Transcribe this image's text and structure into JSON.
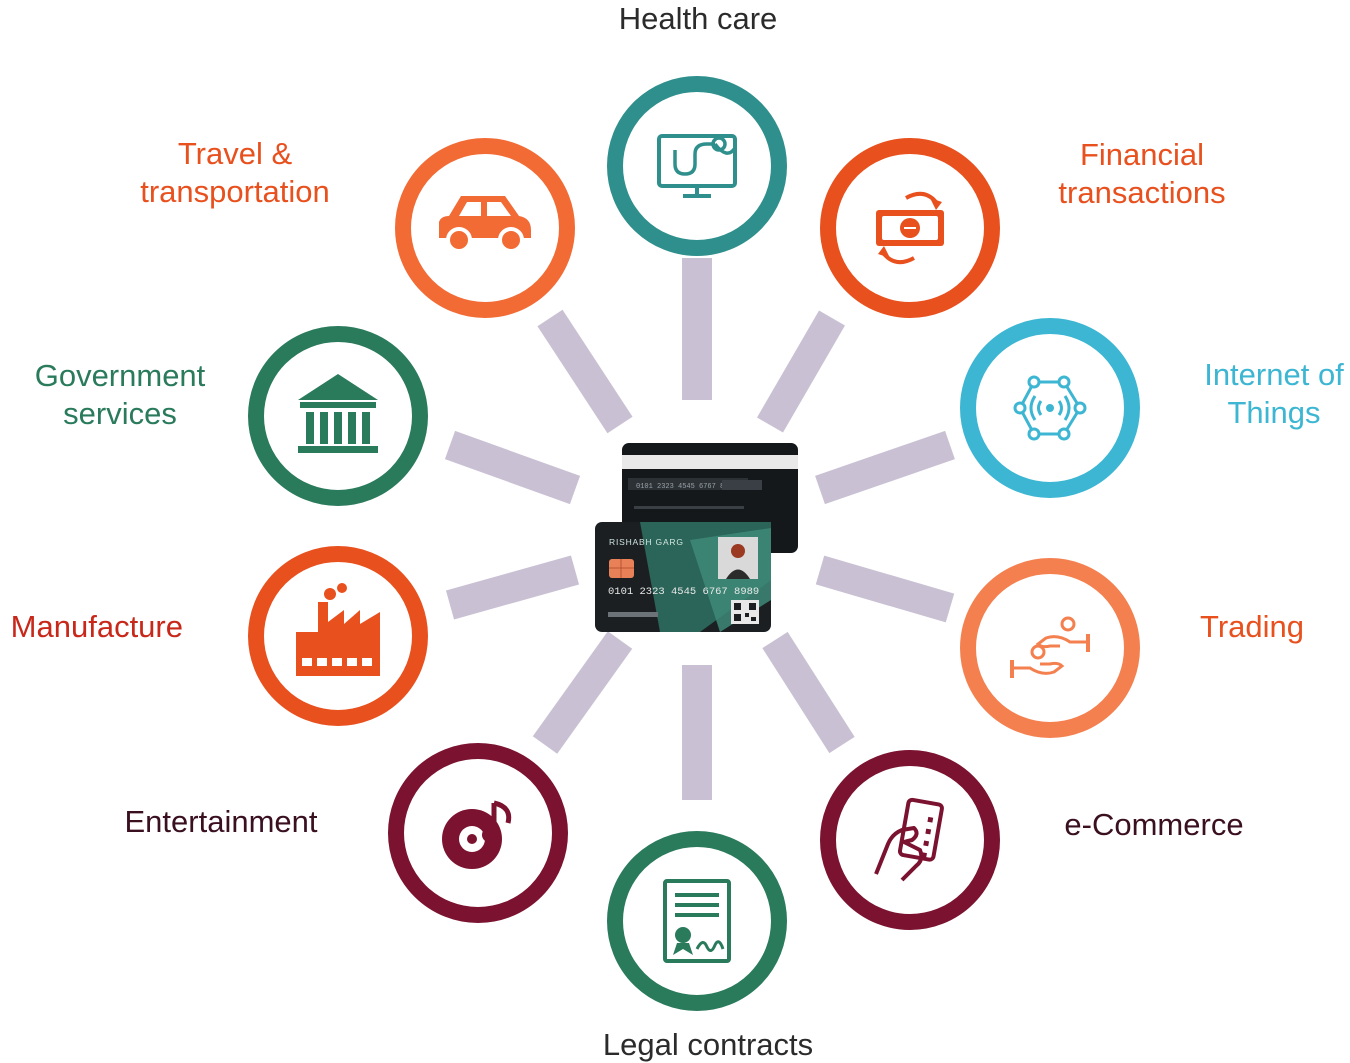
{
  "colors": {
    "teal": "#2E8F8C",
    "orange_red": "#E8501E",
    "orange": "#F26B35",
    "green": "#2A7A5C",
    "cyan": "#3CB6D2",
    "light_orange": "#F4804F",
    "maroon": "#7A1230",
    "connector": "#C9C1D3",
    "card_dark": "#1B1F22",
    "card_accent": "#3E8A78"
  },
  "center_card": {
    "holder_name": "RISHABH GARG",
    "card_number": "0101 2323 4545 6767 8989",
    "back_number": "0101 2323 4545 6767 8989"
  },
  "nodes": [
    {
      "id": "health-care",
      "lines": [
        "Health care"
      ],
      "icon": "monitor-stethoscope-icon",
      "color": "#2E8F8C",
      "label_color": "#2b2b2b"
    },
    {
      "id": "financial-transactions",
      "lines": [
        "Financial",
        "transactions"
      ],
      "icon": "money-exchange-icon",
      "color": "#E8501E",
      "label_color": "#E8501E"
    },
    {
      "id": "internet-of-things",
      "lines": [
        "Internet of",
        "Things"
      ],
      "icon": "iot-network-icon",
      "color": "#3CB6D2",
      "label_color": "#3CB6D2"
    },
    {
      "id": "trading",
      "lines": [
        "Trading"
      ],
      "icon": "hands-exchange-icon",
      "color": "#F4804F",
      "label_color": "#E8501E"
    },
    {
      "id": "e-commerce",
      "lines": [
        "e-Commerce"
      ],
      "icon": "hand-card-icon",
      "color": "#7A1230",
      "label_color": "#3a1020"
    },
    {
      "id": "legal-contracts",
      "lines": [
        "Legal contracts"
      ],
      "icon": "signed-document-icon",
      "color": "#2A7A5C",
      "label_color": "#2b2b2b"
    },
    {
      "id": "entertainment",
      "lines": [
        "Entertainment"
      ],
      "icon": "music-disc-icon",
      "color": "#7A1230",
      "label_color": "#3a1020"
    },
    {
      "id": "manufacture",
      "lines": [
        "Manufacture"
      ],
      "icon": "factory-icon",
      "color": "#E8501E",
      "label_color": "#C8281A"
    },
    {
      "id": "government-services",
      "lines": [
        "Government",
        "services"
      ],
      "icon": "government-building-icon",
      "color": "#2A7A5C",
      "label_color": "#2A7A5C"
    },
    {
      "id": "travel-transportation",
      "lines": [
        "Travel &",
        "transportation"
      ],
      "icon": "car-icon",
      "color": "#F26B35",
      "label_color": "#E8501E"
    }
  ]
}
